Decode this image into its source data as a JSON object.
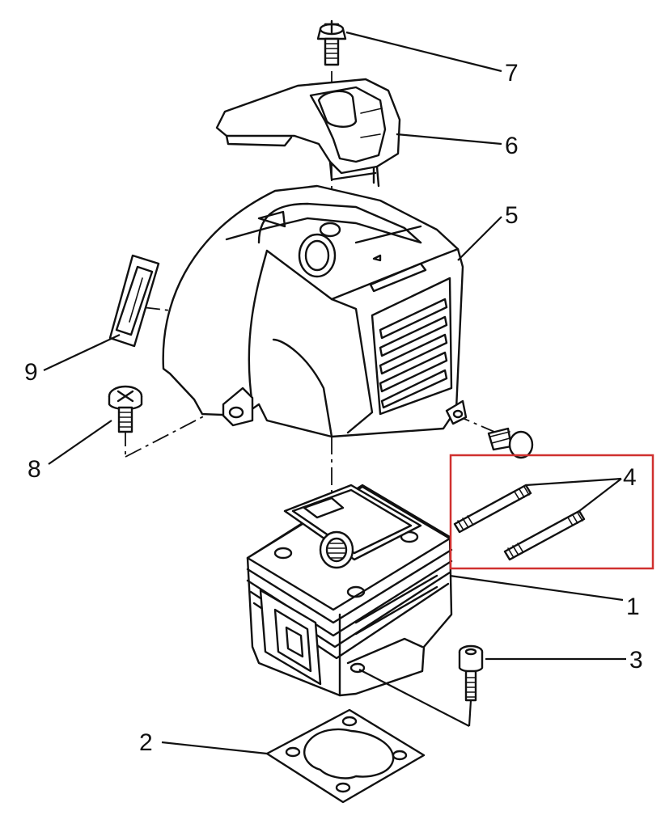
{
  "diagram": {
    "part_labels": [
      "1",
      "2",
      "3",
      "4",
      "5",
      "6",
      "7",
      "8",
      "9"
    ],
    "highlight_color": "#d0302f",
    "highlighted_part": "4"
  }
}
